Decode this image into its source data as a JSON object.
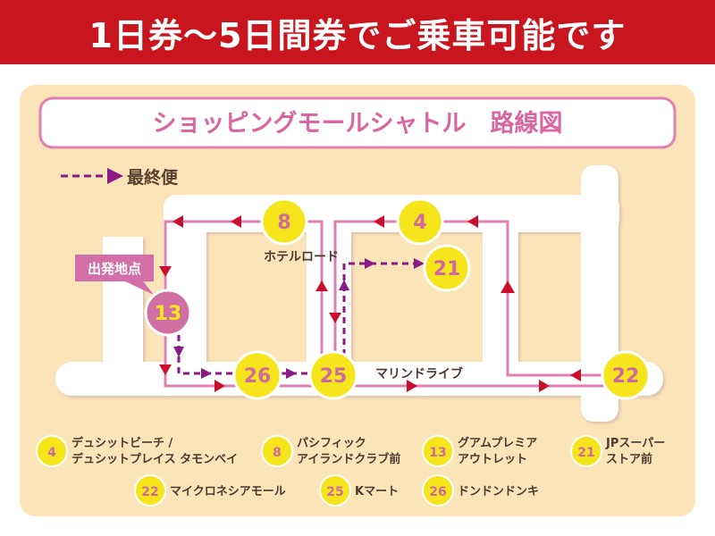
{
  "banner": {
    "text": "1日券〜5日間券でご乗車可能です"
  },
  "title": "ショッピングモールシャトル　路線図",
  "legend_last": {
    "label": "最終便"
  },
  "start_label": "出発地点",
  "roads": {
    "hotel": "ホテルロード",
    "marine": "マリンドライブ"
  },
  "stops": {
    "s4": "4",
    "s8": "8",
    "s13": "13",
    "s21": "21",
    "s22": "22",
    "s25": "25",
    "s26": "26"
  },
  "key": [
    {
      "num": "4",
      "line1": "デュシットビーチ /",
      "line2": "デュシットプレイス タモンベイ"
    },
    {
      "num": "8",
      "line1": "パシフィック",
      "line2": "アイランドクラブ前"
    },
    {
      "num": "13",
      "line1": "グアムプレミア",
      "line2": "アウトレット"
    },
    {
      "num": "21",
      "line1": "JPスーパー",
      "line2": "ストア前"
    },
    {
      "num": "22",
      "line1": "マイクロネシアモール",
      "line2": ""
    },
    {
      "num": "25",
      "line1": "Kマート",
      "line2": ""
    },
    {
      "num": "26",
      "line1": "ドンドンドンキ",
      "line2": ""
    }
  ],
  "colors": {
    "red": "#c9151e",
    "cream": "#fbe4b8",
    "pink": "#e07fb0",
    "purple": "#8a1a85",
    "yellow": "#f7e51c",
    "arrow": "#c8102e"
  }
}
